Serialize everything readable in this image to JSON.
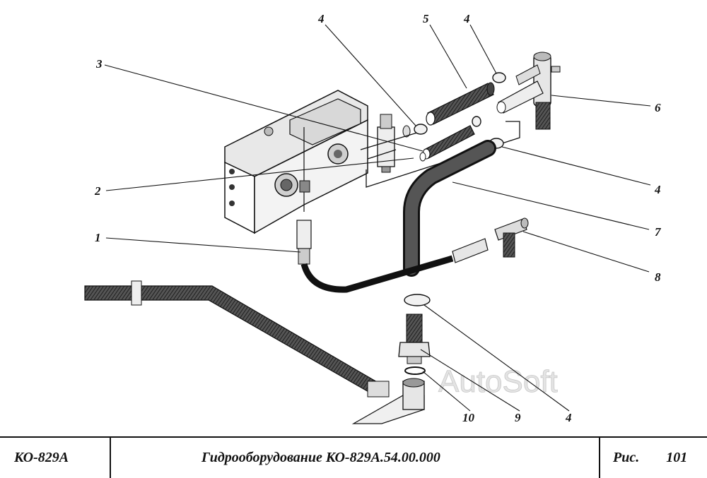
{
  "callouts": [
    {
      "id": "1",
      "label": "1"
    },
    {
      "id": "2",
      "label": "2"
    },
    {
      "id": "3",
      "label": "3"
    },
    {
      "id": "4a",
      "label": "4"
    },
    {
      "id": "4b",
      "label": "4"
    },
    {
      "id": "4c",
      "label": "4"
    },
    {
      "id": "4d",
      "label": "4"
    },
    {
      "id": "5",
      "label": "5"
    },
    {
      "id": "6",
      "label": "6"
    },
    {
      "id": "7",
      "label": "7"
    },
    {
      "id": "8",
      "label": "8"
    },
    {
      "id": "9",
      "label": "9"
    },
    {
      "id": "10",
      "label": "10"
    }
  ],
  "watermark": "AutoSoft",
  "title_block": {
    "model": "КО-829А",
    "title": "Гидрооборудование  КО-829А.54.00.000",
    "fig_label": "Рис.",
    "fig_number": "101"
  }
}
